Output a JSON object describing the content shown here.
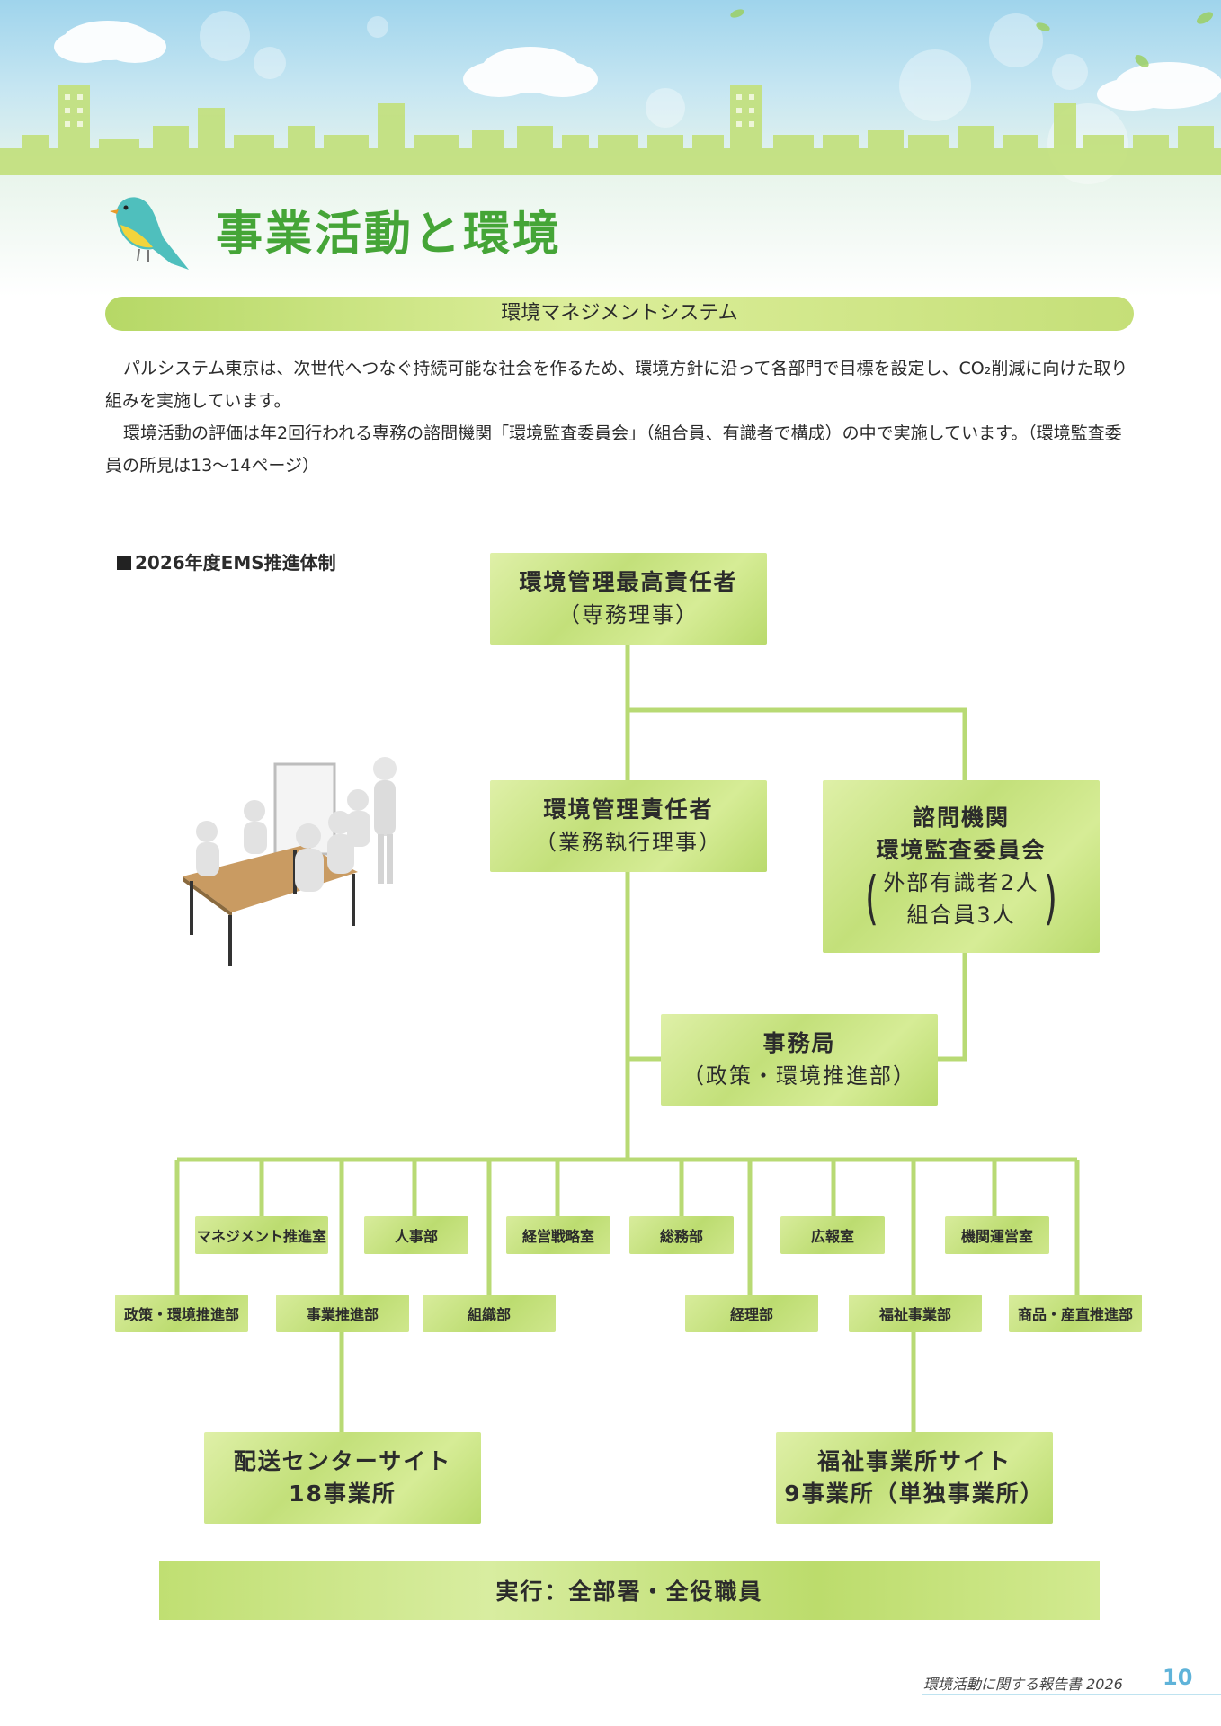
{
  "header": {
    "title": "事業活動と環境"
  },
  "section": {
    "heading": "環境マネジメントシステム"
  },
  "intro": {
    "paragraph_1": "パルシステム東京は、次世代へつなぐ持続可能な社会を作るため、環境方針に沿って各部門で目標を設定し、CO₂削減に向けた取り組みを実施しています。",
    "paragraph_2": "環境活動の評価は年2回行われる専務の諮問機関「環境監査委員会」（組合員、有識者で構成）の中で実施しています。（環境監査委員の所見は13〜14ページ）"
  },
  "org_chart": {
    "label": "2026年度EMS推進体制",
    "top": {
      "title": "環境管理最高責任者",
      "sub": "（専務理事）"
    },
    "manager": {
      "title": "環境管理責任者",
      "sub": "（業務執行理事）"
    },
    "advisory": {
      "title1": "諮問機関",
      "title2": "環境監査委員会",
      "member1": "外部有識者2人",
      "member2": "組合員3人"
    },
    "secretariat": {
      "title": "事務局",
      "sub": "（政策・環境推進部）"
    },
    "departments_upper": [
      "マネジメント推進室",
      "人事部",
      "経営戦略室",
      "総務部",
      "広報室",
      "機関運営室"
    ],
    "departments_lower": [
      "政策・環境推進部",
      "事業推進部",
      "組織部",
      "経理部",
      "福祉事業部",
      "商品・産直推進部"
    ],
    "site_delivery": {
      "title": "配送センターサイト",
      "sub": "18事業所"
    },
    "site_welfare": {
      "title": "福祉事業所サイト",
      "sub": "9事業所（単独事業所）"
    },
    "execution": "実行：全部署・全役職員"
  },
  "footer": {
    "report_title": "環境活動に関する報告書 2026",
    "page_number": "10"
  },
  "colors": {
    "title_green": "#45a537",
    "box_green": "#c3e07a",
    "line_green": "#b8da74",
    "page_number_blue": "#5fb3d9"
  }
}
